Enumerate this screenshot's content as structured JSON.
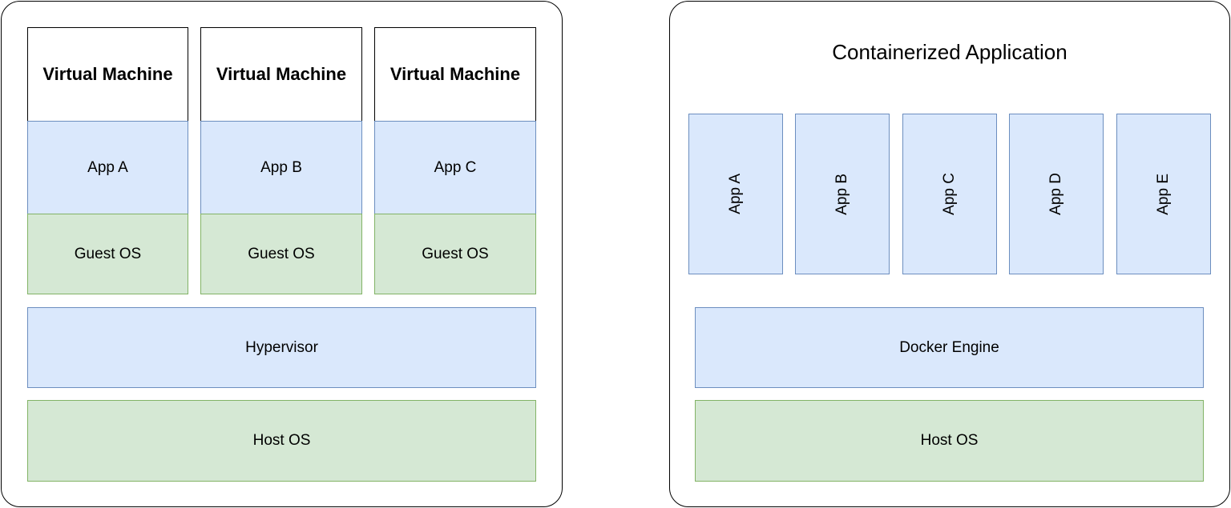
{
  "vm_panel": {
    "columns": [
      {
        "header": "Virtual Machine",
        "app": "App A",
        "guest_os": "Guest OS"
      },
      {
        "header": "Virtual Machine",
        "app": "App B",
        "guest_os": "Guest OS"
      },
      {
        "header": "Virtual Machine",
        "app": "App C",
        "guest_os": "Guest OS"
      }
    ],
    "hypervisor": "Hypervisor",
    "host_os": "Host OS"
  },
  "container_panel": {
    "title": "Containerized Application",
    "apps": [
      "App A",
      "App B",
      "App C",
      "App D",
      "App E"
    ],
    "engine": "Docker Engine",
    "host_os": "Host OS"
  },
  "colors": {
    "blue_fill": "#dae8fc",
    "blue_stroke": "#6c8ebf",
    "green_fill": "#d5e8d4",
    "green_stroke": "#82b366"
  }
}
